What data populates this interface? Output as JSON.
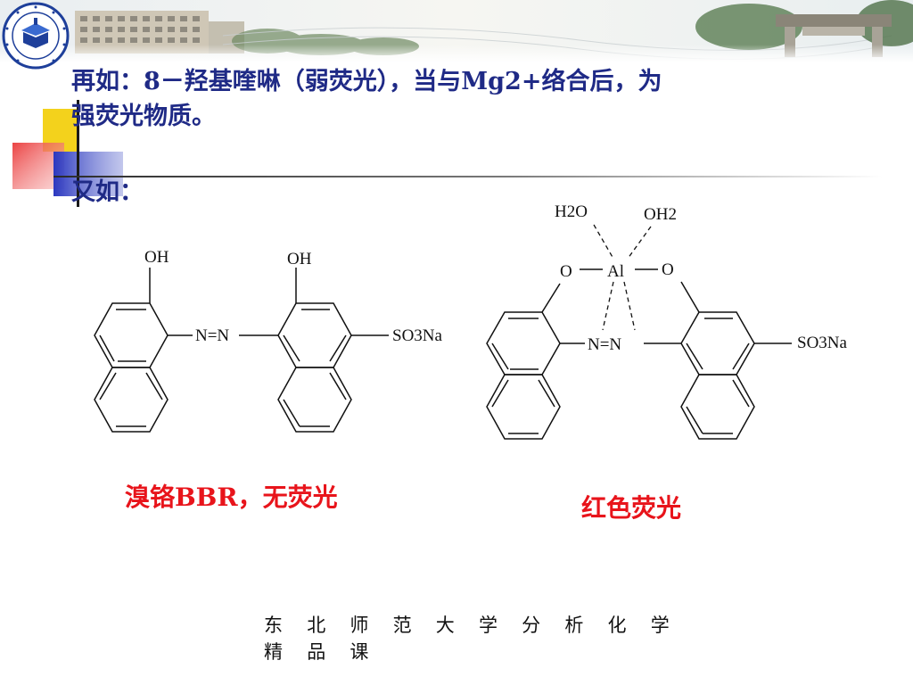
{
  "slide": {
    "title_line1": "再如：8－羟基喹啉（弱荧光），当与Mg2+络合后，为",
    "title_line2": "强荧光物质。",
    "lead": "又如："
  },
  "left_structure": {
    "labels": [
      "OH",
      "OH",
      "N=N",
      "SO3Na"
    ],
    "caption": "溴铬BBR，无荧光"
  },
  "right_structure": {
    "labels": [
      "H2O",
      "OH2",
      "O",
      "Al",
      "O",
      "N=N",
      "SO3Na"
    ],
    "caption": "红色荧光"
  },
  "footer": {
    "line1": [
      "东",
      "北",
      "师",
      "范",
      "大",
      "学",
      "分",
      "析",
      "化",
      "学"
    ],
    "line2": [
      "精",
      "品",
      "课"
    ]
  },
  "colors": {
    "title": "#1f2a86",
    "caption": "#e8141b",
    "deco_yellow": "#f3d21c",
    "deco_red": "#ea3a3a",
    "deco_blue": "#3040c8",
    "logo_blue": "#1e3f9a"
  },
  "icons": {
    "logo": "university-seal-icon"
  }
}
